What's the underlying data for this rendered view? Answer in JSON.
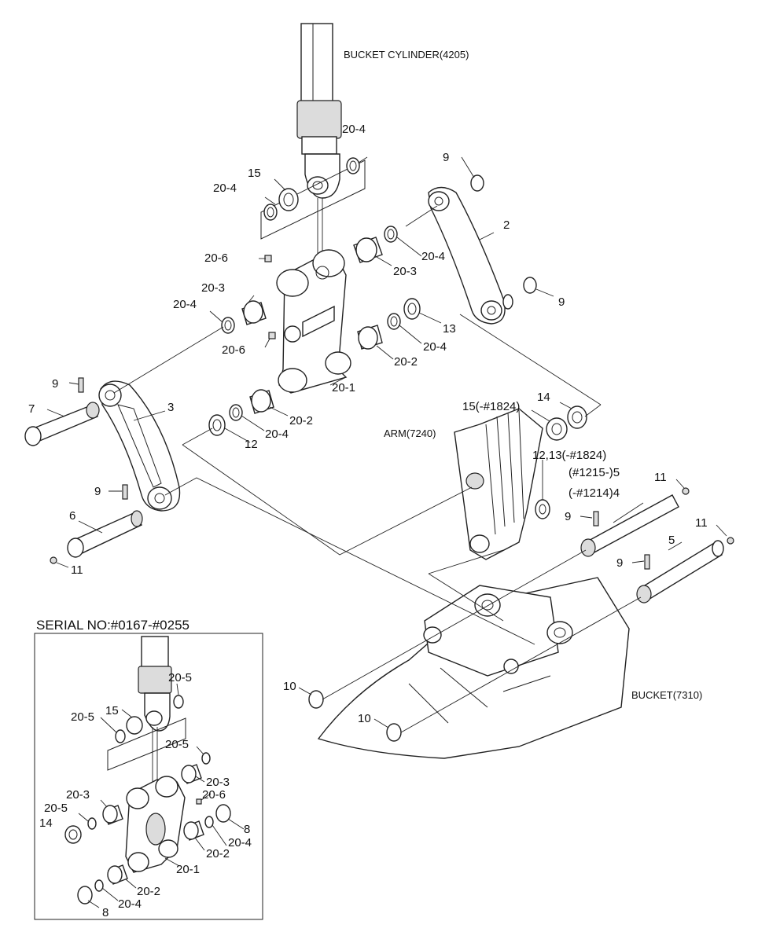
{
  "labels": {
    "bucket_cylinder": "BUCKET CYLINDER(4205)",
    "arm": "ARM(7240)",
    "bucket": "BUCKET(7310)",
    "serial": "SERIAL NO:#0167-#0255",
    "p2": "2",
    "p3": "3",
    "p5": "5",
    "p6": "6",
    "p7": "7",
    "p9": "9",
    "p10": "10",
    "p11": "11",
    "p12": "12",
    "p13": "13",
    "p14": "14",
    "p15": "15",
    "p20_1": "20-1",
    "p20_2": "20-2",
    "p20_3": "20-3",
    "p20_4": "20-4",
    "p20_5": "20-5",
    "p20_6": "20-6",
    "p8": "8",
    "p15_1824": "15(-#1824)",
    "p12_13_1824": "12,13(-#1824)",
    "p5_1215": "(#1215-)5",
    "p4_1214": "(-#1214)4"
  }
}
